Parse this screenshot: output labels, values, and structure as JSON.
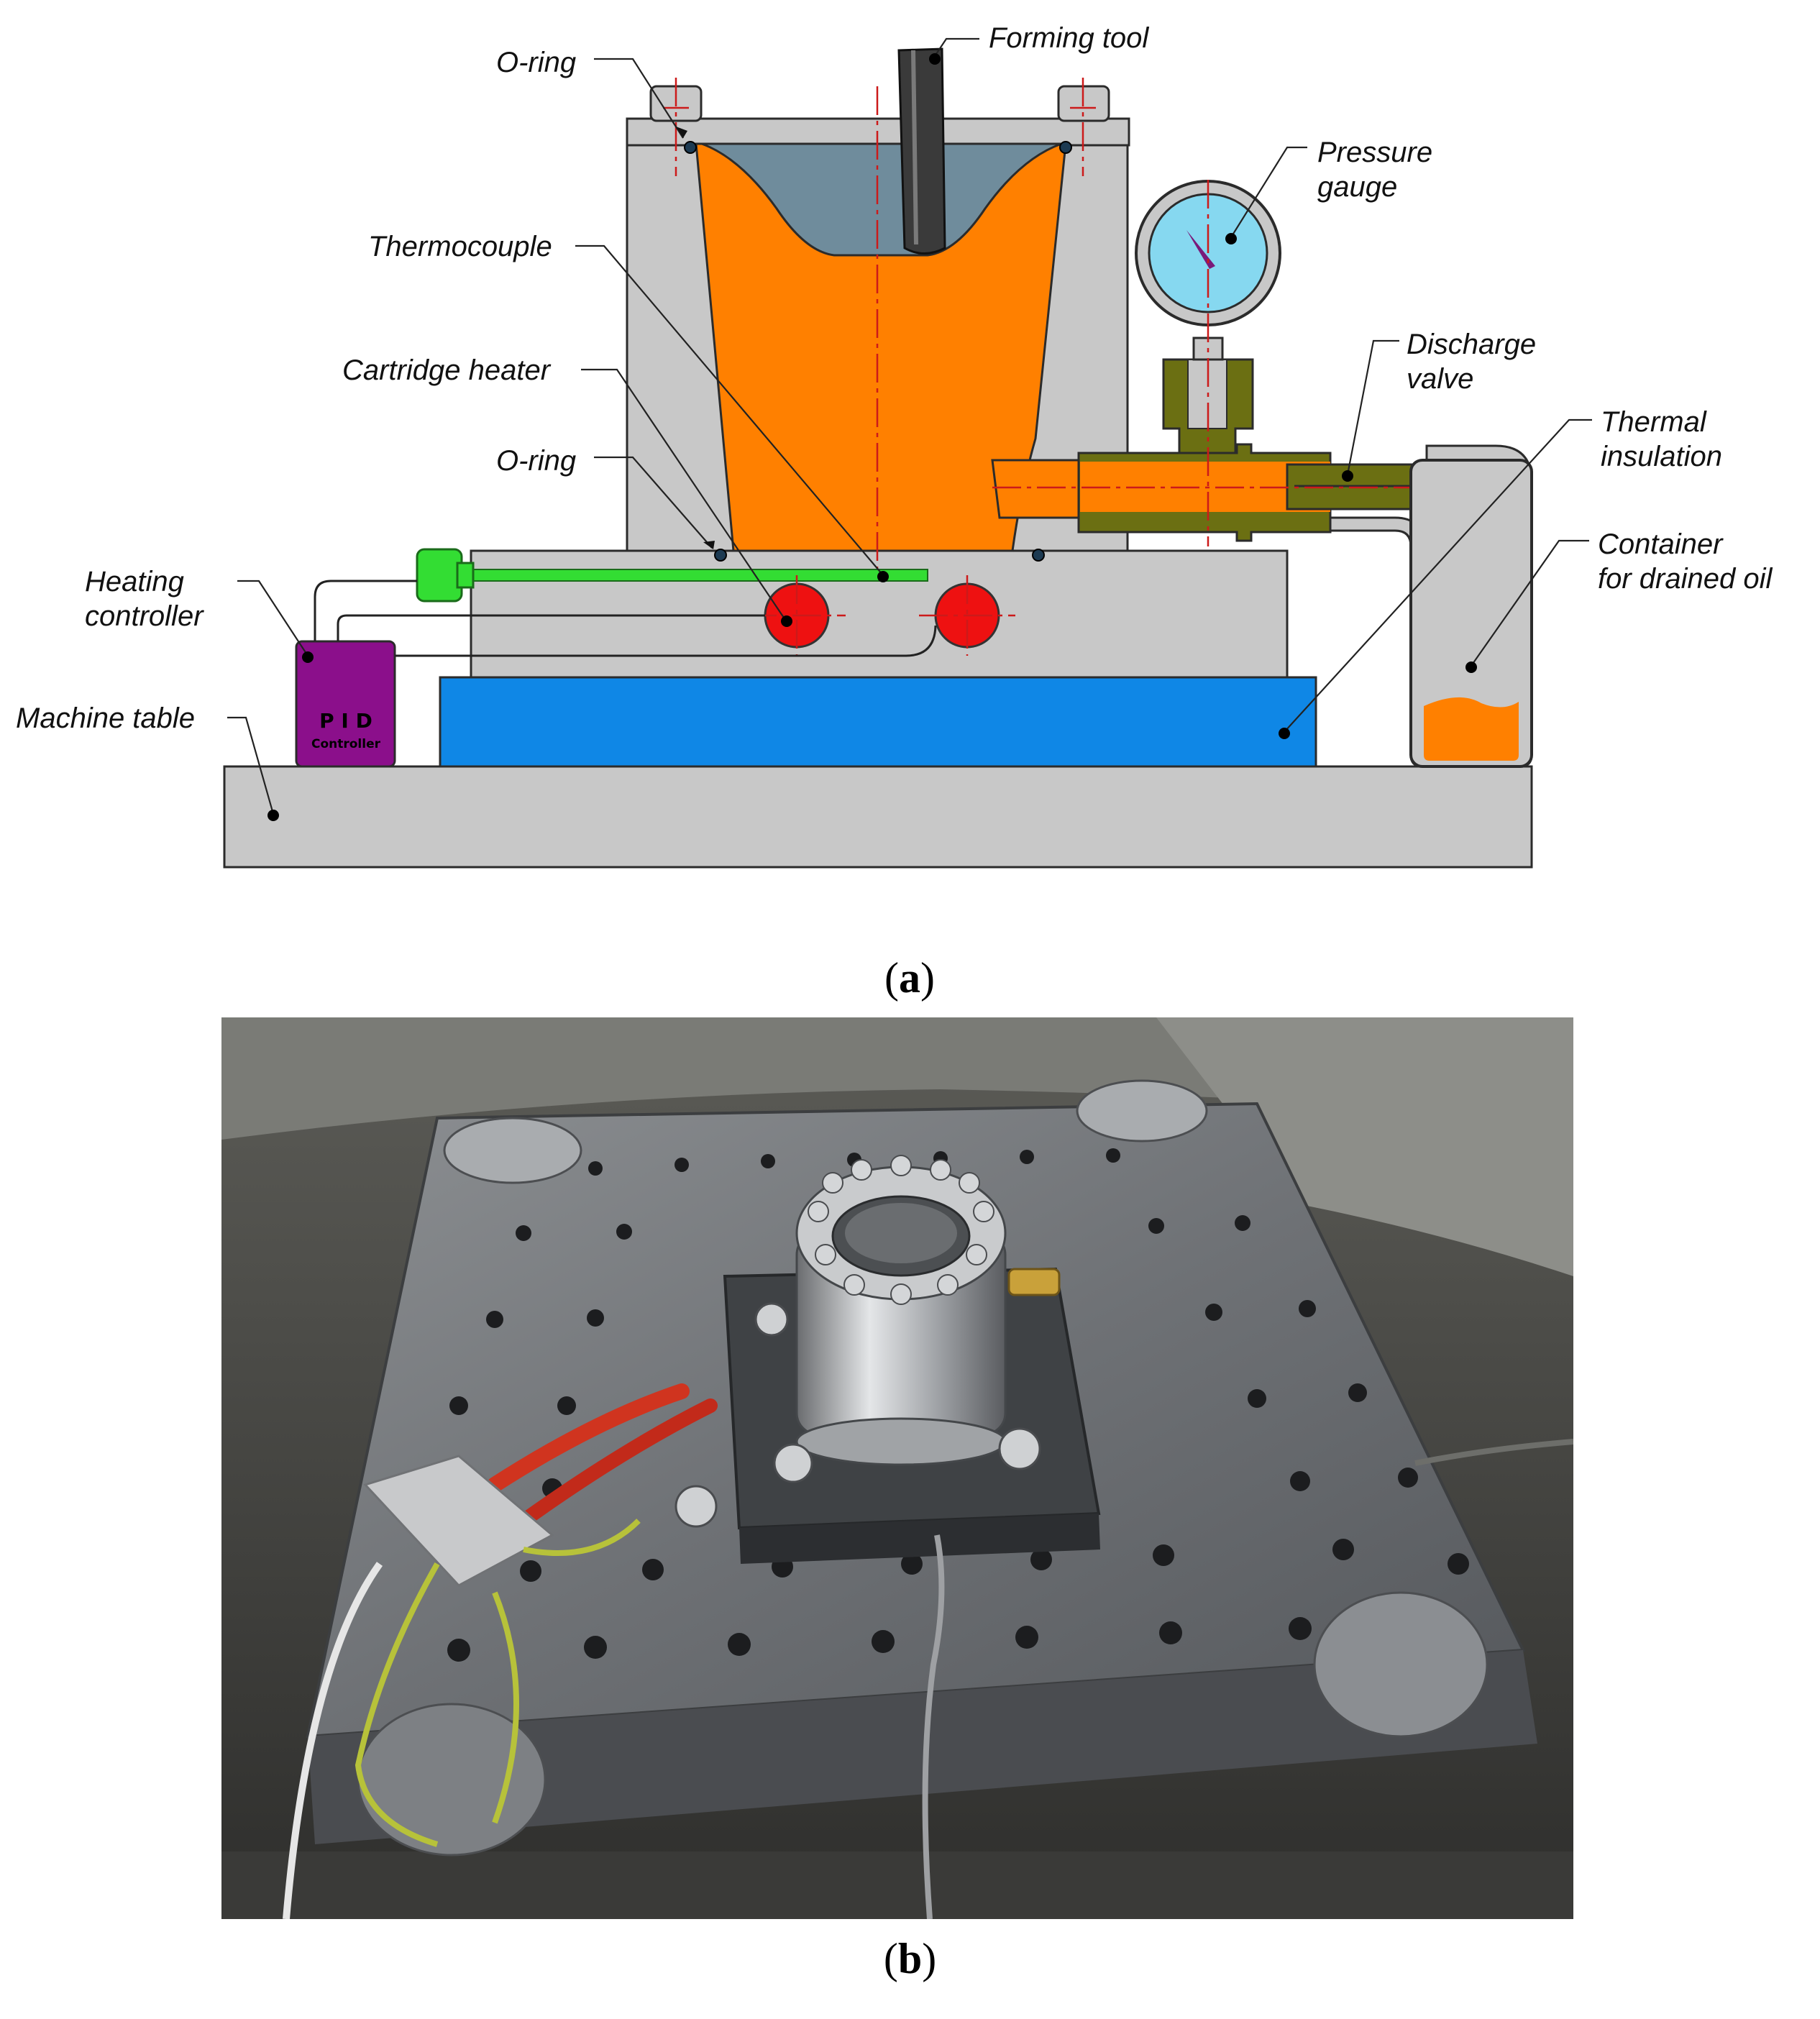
{
  "figure_a": {
    "subfigure_label": "a",
    "labels": {
      "o_ring_top": "O-ring",
      "forming_tool": "Forming tool",
      "pressure_gauge": "Pressure gauge",
      "thermocouple": "Thermocouple",
      "cartridge_heater": "Cartridge heater",
      "discharge_valve": "Discharge valve",
      "thermal_insulation": "Thermal insulation",
      "o_ring_bottom": "O-ring",
      "container": "Container for drained oil",
      "heating_controller": "Heating controller",
      "machine_table": "Machine table"
    },
    "pid_text": "P I D",
    "pid_subtext": "Controller",
    "colors": {
      "steel": "#c8c8c8",
      "oil": "#ff8000",
      "insulation": "#0f87e6",
      "heater": "#ee1111",
      "thermocouple": "#33dd33",
      "valve": "#6b6f12",
      "gauge_face": "#86d8f0",
      "pid": "#8b0f8b",
      "tool": "#3a3a3a"
    }
  },
  "figure_b": {
    "subfigure_label": "b",
    "photo_alt": "Photograph of the experimental setup on the machine table"
  }
}
